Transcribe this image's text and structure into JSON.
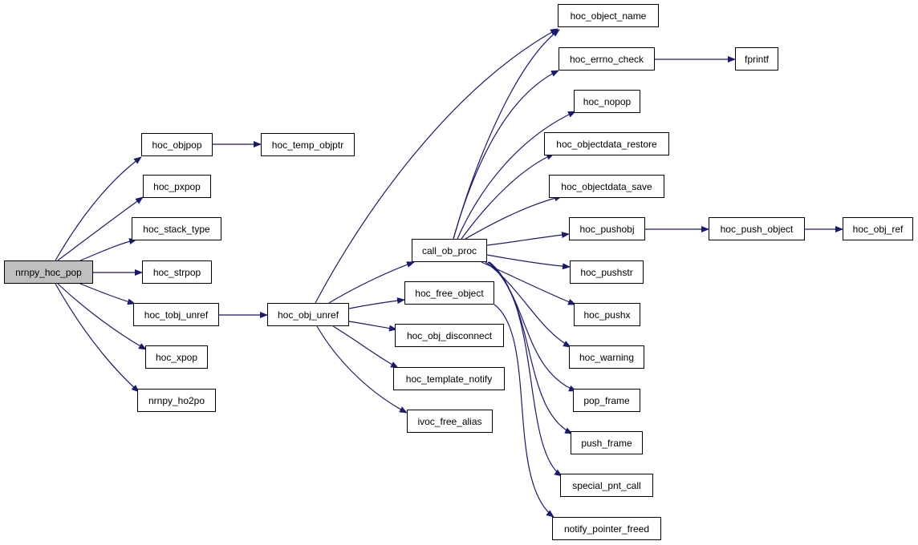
{
  "colors": {
    "edge": "#191970",
    "root_fill": "#bfbfbf",
    "node_fill": "#ffffff",
    "border": "#000000"
  },
  "nodes": {
    "nrnpy_hoc_pop": "nrnpy_hoc_pop",
    "hoc_objpop": "hoc_objpop",
    "hoc_pxpop": "hoc_pxpop",
    "hoc_stack_type": "hoc_stack_type",
    "hoc_strpop": "hoc_strpop",
    "hoc_tobj_unref": "hoc_tobj_unref",
    "hoc_xpop": "hoc_xpop",
    "nrnpy_ho2po": "nrnpy_ho2po",
    "hoc_temp_objptr": "hoc_temp_objptr",
    "hoc_obj_unref": "hoc_obj_unref",
    "call_ob_proc": "call_ob_proc",
    "hoc_free_object": "hoc_free_object",
    "hoc_obj_disconnect": "hoc_obj_disconnect",
    "hoc_template_notify": "hoc_template_notify",
    "ivoc_free_alias": "ivoc_free_alias",
    "hoc_object_name": "hoc_object_name",
    "hoc_errno_check": "hoc_errno_check",
    "hoc_nopop": "hoc_nopop",
    "hoc_objectdata_restore": "hoc_objectdata_restore",
    "hoc_objectdata_save": "hoc_objectdata_save",
    "hoc_pushobj": "hoc_pushobj",
    "hoc_pushstr": "hoc_pushstr",
    "hoc_pushx": "hoc_pushx",
    "hoc_warning": "hoc_warning",
    "pop_frame": "pop_frame",
    "push_frame": "push_frame",
    "special_pnt_call": "special_pnt_call",
    "notify_pointer_freed": "notify_pointer_freed",
    "fprintf": "fprintf",
    "hoc_push_object": "hoc_push_object",
    "hoc_obj_ref": "hoc_obj_ref"
  }
}
